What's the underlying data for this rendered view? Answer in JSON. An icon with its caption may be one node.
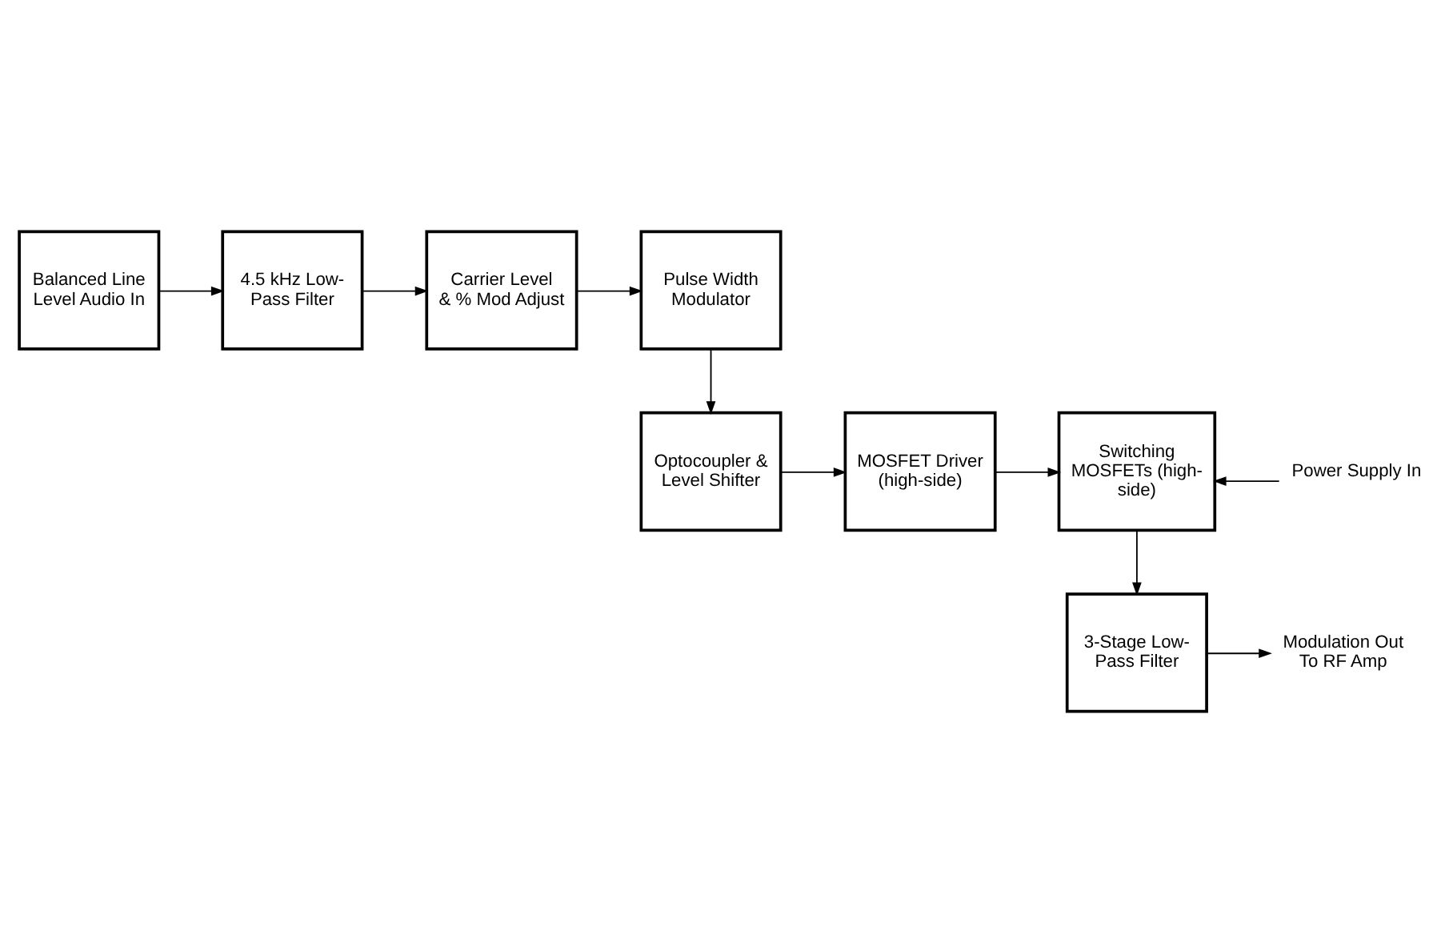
{
  "diagram": {
    "nodes": [
      {
        "text": [
          "Balanced Line Level Audio In"
        ]
      },
      {
        "text": [
          "4.5 kHz Low-Pass Filter"
        ]
      },
      {
        "text": [
          "Carrier Level & % Mod Adjust"
        ]
      },
      {
        "text": [
          "Pulse Width Modulator"
        ]
      },
      {
        "text": [
          "Optocoupler & Level Shifter"
        ]
      },
      {
        "text": [
          "MOSFET Driver (high-side)"
        ]
      },
      {
        "text": [
          "Switching MOSFETs (high-side)"
        ]
      },
      {
        "text": [
          "Power Supply In"
        ]
      },
      {
        "text": [
          "3-Stage Low-Pass Filter"
        ]
      },
      {
        "text": [
          "Modulation Out To RF Amp"
        ]
      }
    ],
    "edges": [
      {
        "from": 0,
        "to": 1,
        "arrow": "to"
      },
      {
        "from": 1,
        "to": 2,
        "arrow": "to"
      },
      {
        "from": 2,
        "to": 3,
        "arrow": "to"
      },
      {
        "from": 3,
        "to": 4,
        "arrow": "to"
      },
      {
        "from": 4,
        "to": 5,
        "arrow": "to"
      },
      {
        "from": 5,
        "to": 6,
        "arrow": "to"
      },
      {
        "from": 7,
        "to": 6,
        "arrow": "to"
      },
      {
        "from": 6,
        "to": 8,
        "arrow": "to"
      },
      {
        "from": 8,
        "to": 9,
        "arrow": "to"
      }
    ]
  }
}
